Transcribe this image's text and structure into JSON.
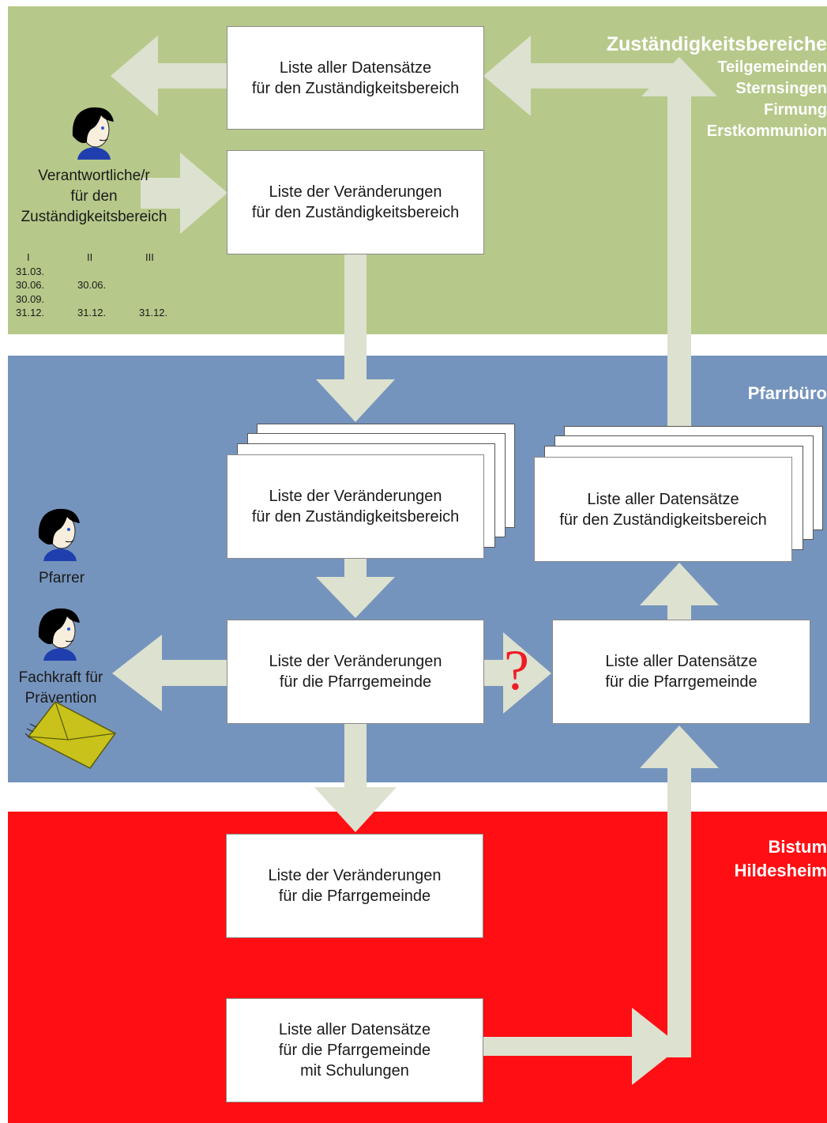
{
  "sections": {
    "zustaendigkeit": {
      "title": "Zuständigkeitsbereiche",
      "items": [
        "Teilgemeinden",
        "Sternsingen",
        "Firmung",
        "Erstkommunion"
      ]
    },
    "pfarrbuero": {
      "title": "Pfarrbüro"
    },
    "bistum": {
      "title_line1": "Bistum",
      "title_line2": "Hildesheim"
    }
  },
  "boxes": {
    "green_all_records": {
      "line1": "Liste aller Datensätze",
      "line2": "für den Zuständigkeitsbereich"
    },
    "green_changes": {
      "line1": "Liste der Veränderungen",
      "line2": "für den Zuständigkeitsbereich"
    },
    "blue_changes_area": {
      "line1": "Liste der Veränderungen",
      "line2": "für den Zuständigkeitsbereich"
    },
    "blue_all_records_area": {
      "line1": "Liste aller Datensätze",
      "line2": "für den Zuständigkeitsbereich"
    },
    "blue_changes_parish": {
      "line1": "Liste der Veränderungen",
      "line2": "für die Pfarrgemeinde"
    },
    "blue_all_records_parish": {
      "line1": "Liste aller Datensätze",
      "line2": "für die Pfarrgemeinde"
    },
    "red_changes_parish": {
      "line1": "Liste der Veränderungen",
      "line2": "für die Pfarrgemeinde"
    },
    "red_all_records_training": {
      "line1": "Liste aller Datensätze",
      "line2": "für die Pfarrgemeinde",
      "line3": "mit Schulungen"
    }
  },
  "people": {
    "verantwortliche": {
      "line1": "Verantwortliche/r",
      "line2": "für den",
      "line3": "Zuständigkeitsbereich"
    },
    "pfarrer": {
      "label": "Pfarrer"
    },
    "fachkraft": {
      "line1": "Fachkraft für",
      "line2": "Prävention"
    }
  },
  "schedule": {
    "headers": [
      "I",
      "II",
      "III"
    ],
    "rows": [
      [
        "31.03.",
        "",
        ""
      ],
      [
        "30.06.",
        "30.06.",
        ""
      ],
      [
        "30.09.",
        "",
        ""
      ],
      [
        "31.12.",
        "31.12.",
        "31.12."
      ]
    ]
  },
  "question_mark": "?",
  "colors": {
    "green_band": "#b6c98a",
    "blue_band": "#7594bd",
    "red_band": "#ff0f14",
    "arrow": "#dde1cf",
    "question": "#ee1c25"
  },
  "icons": [
    "person-icon",
    "envelope-icon"
  ]
}
